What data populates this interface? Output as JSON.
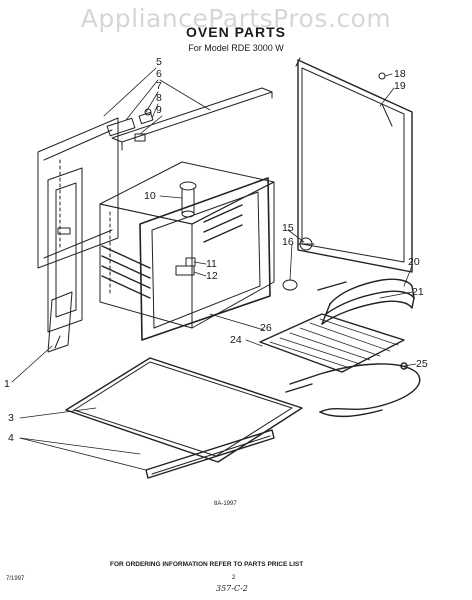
{
  "watermark": "AppliancePartsPros.com",
  "title": "OVEN PARTS",
  "subtitle": "For Model RDE 3000 W",
  "callouts": {
    "c1": "1",
    "c3": "3",
    "c4": "4",
    "c5": "5",
    "c6": "6",
    "c7": "7",
    "c8": "8",
    "c9": "9",
    "c10": "10",
    "c11": "11",
    "c12": "12",
    "c15": "15",
    "c16": "16",
    "c18": "18",
    "c19": "19",
    "c20": "20",
    "c21": "21",
    "c24": "24",
    "c25": "25",
    "c26": "26"
  },
  "figure_code": "8A-1997",
  "footer": {
    "ordering_note": "FOR ORDERING INFORMATION REFER TO PARTS PRICE LIST",
    "left_code": "7/1997",
    "page_number": "2",
    "handwritten": "357-C-2"
  }
}
